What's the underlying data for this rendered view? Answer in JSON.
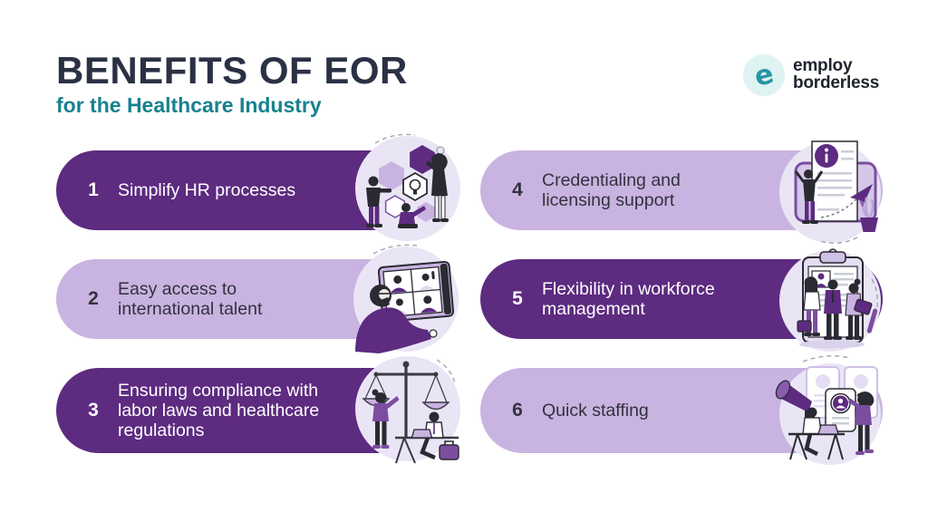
{
  "header": {
    "title": "BENEFITS OF EOR",
    "subtitle": "for the Healthcare Industry",
    "logo": {
      "line1": "employ",
      "line2": "borderless",
      "icon": "employ-borderless-e-icon"
    }
  },
  "colors": {
    "dark_purple": "#5d2b80",
    "mid_purple": "#7b4ea0",
    "light_purple": "#c9b3e1",
    "illustration_bg": "#eae5f5",
    "title_navy": "#2b3144",
    "subtitle_teal": "#17818f",
    "logo_teal": "#2795a5"
  },
  "items": [
    {
      "number": "1",
      "label": "Simplify HR processes",
      "variant": "dark",
      "illustration": "hexagon-teamwork"
    },
    {
      "number": "2",
      "label": "Easy access to international talent",
      "variant": "light",
      "illustration": "video-call-talent"
    },
    {
      "number": "3",
      "label": "Ensuring compliance with labor laws and healthcare regulations",
      "variant": "dark",
      "illustration": "justice-scales-compliance"
    },
    {
      "number": "4",
      "label": "Credentialing and licensing support",
      "variant": "light",
      "illustration": "document-info-support"
    },
    {
      "number": "5",
      "label": "Flexibility in workforce management",
      "variant": "dark",
      "illustration": "clipboard-workforce"
    },
    {
      "number": "6",
      "label": "Quick staffing",
      "variant": "light",
      "illustration": "megaphone-staffing"
    }
  ]
}
